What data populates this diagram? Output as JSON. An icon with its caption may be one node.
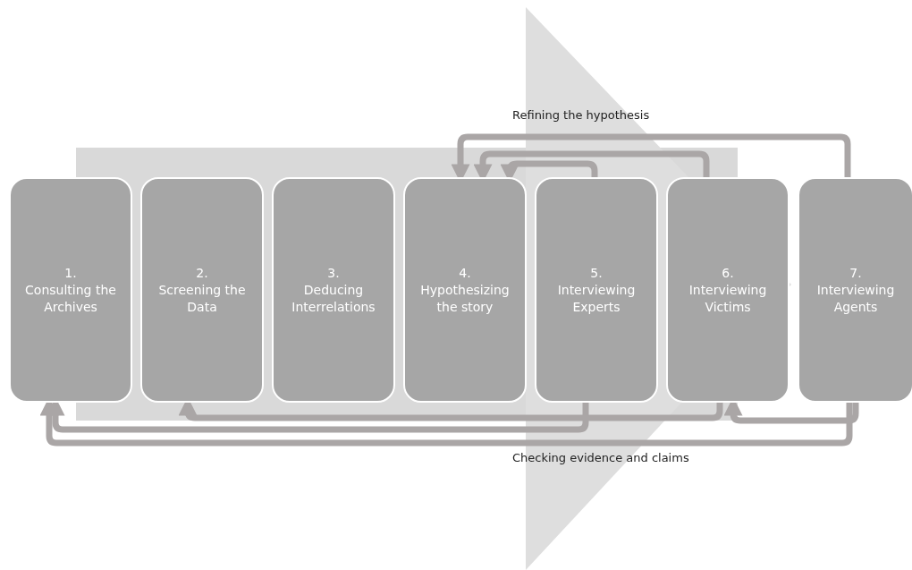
{
  "diagram": {
    "nodes": [
      {
        "text": [
          "1.",
          "Consulting the Archives"
        ]
      },
      {
        "text": [
          "2.",
          "Screening the Data"
        ]
      },
      {
        "text": [
          "3.",
          "Deducing Interrelations"
        ]
      },
      {
        "text": [
          "4.",
          "Hypothesizing the story"
        ]
      },
      {
        "text": [
          "5.",
          "Interviewing Experts"
        ]
      },
      {
        "text": [
          "6.",
          "Interviewing Victims"
        ]
      },
      {
        "text": [
          "7.",
          "Interviewing Agents"
        ]
      }
    ],
    "edges": [
      {
        "from": 6,
        "to": 3,
        "arrow": "to"
      },
      {
        "from": 5,
        "to": 3,
        "arrow": "to"
      },
      {
        "from": 4,
        "to": 3,
        "arrow": "to"
      },
      {
        "from": 5,
        "to": 1,
        "arrow": "to"
      },
      {
        "from": 4,
        "to": 0,
        "arrow": "to"
      },
      {
        "from": 6,
        "to": 5,
        "arrow": "to"
      },
      {
        "from": 6,
        "to": 0,
        "arrow": "to"
      }
    ],
    "labels": [
      "Refining the hypothesis",
      "Checking evidence and claims"
    ]
  }
}
